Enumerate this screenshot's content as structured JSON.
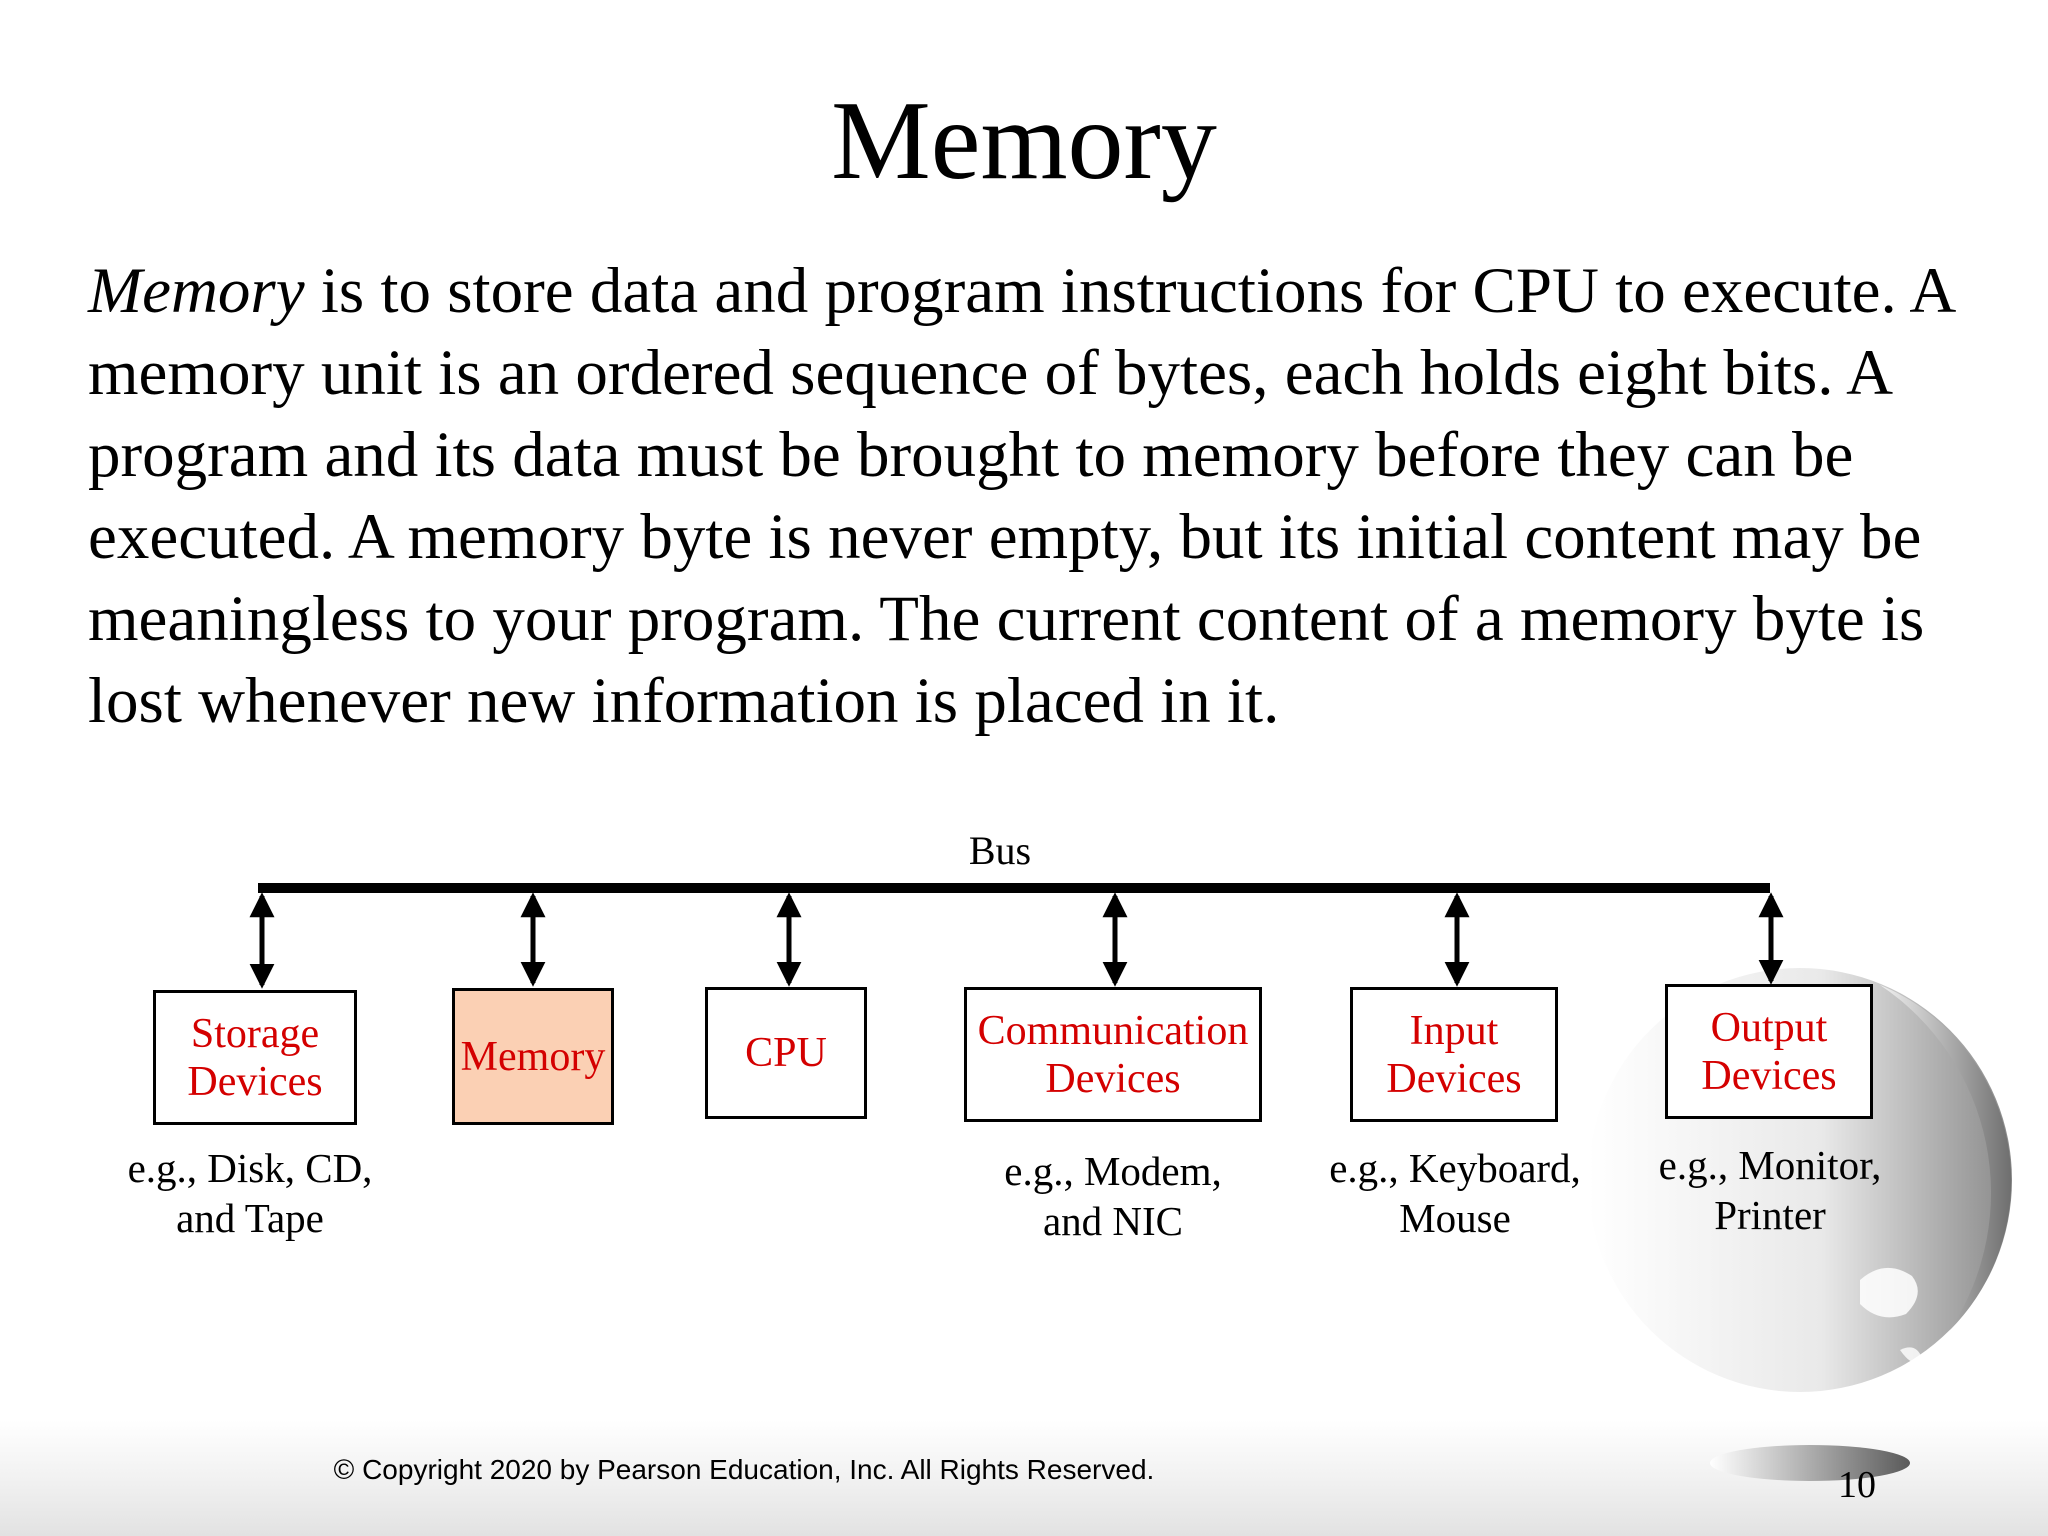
{
  "slide": {
    "title": "Memory",
    "paragraph": {
      "term": "Memory",
      "text": " is to store data and program instructions for CPU to execute. A memory unit is an ordered sequence of bytes, each holds eight bits. A program and its data must be brought to memory before they can be executed. A memory byte is never empty, but its initial content may be meaningless to your program. The current content of a memory byte is lost whenever new information is placed in it."
    },
    "diagram": {
      "bus_label": "Bus",
      "components": [
        {
          "line1": "Storage",
          "line2": "Devices",
          "example1": "e.g., Disk, CD,",
          "example2": "and Tape"
        },
        {
          "line1": "Memory",
          "line2": "",
          "example1": "",
          "example2": ""
        },
        {
          "line1": "CPU",
          "line2": "",
          "example1": "",
          "example2": ""
        },
        {
          "line1": "Communication",
          "line2": "Devices",
          "example1": "e.g., Modem,",
          "example2": "and NIC"
        },
        {
          "line1": "Input",
          "line2": "Devices",
          "example1": "e.g., Keyboard,",
          "example2": "Mouse"
        },
        {
          "line1": "Output",
          "line2": "Devices",
          "example1": "e.g., Monitor,",
          "example2": "Printer"
        }
      ],
      "colors": {
        "component_text": "#d40000",
        "memory_fill": "#fbd0b4"
      }
    },
    "footer": {
      "copyright": "© Copyright 2020 by Pearson Education, Inc. All Rights Reserved.",
      "page_number": "10"
    }
  }
}
